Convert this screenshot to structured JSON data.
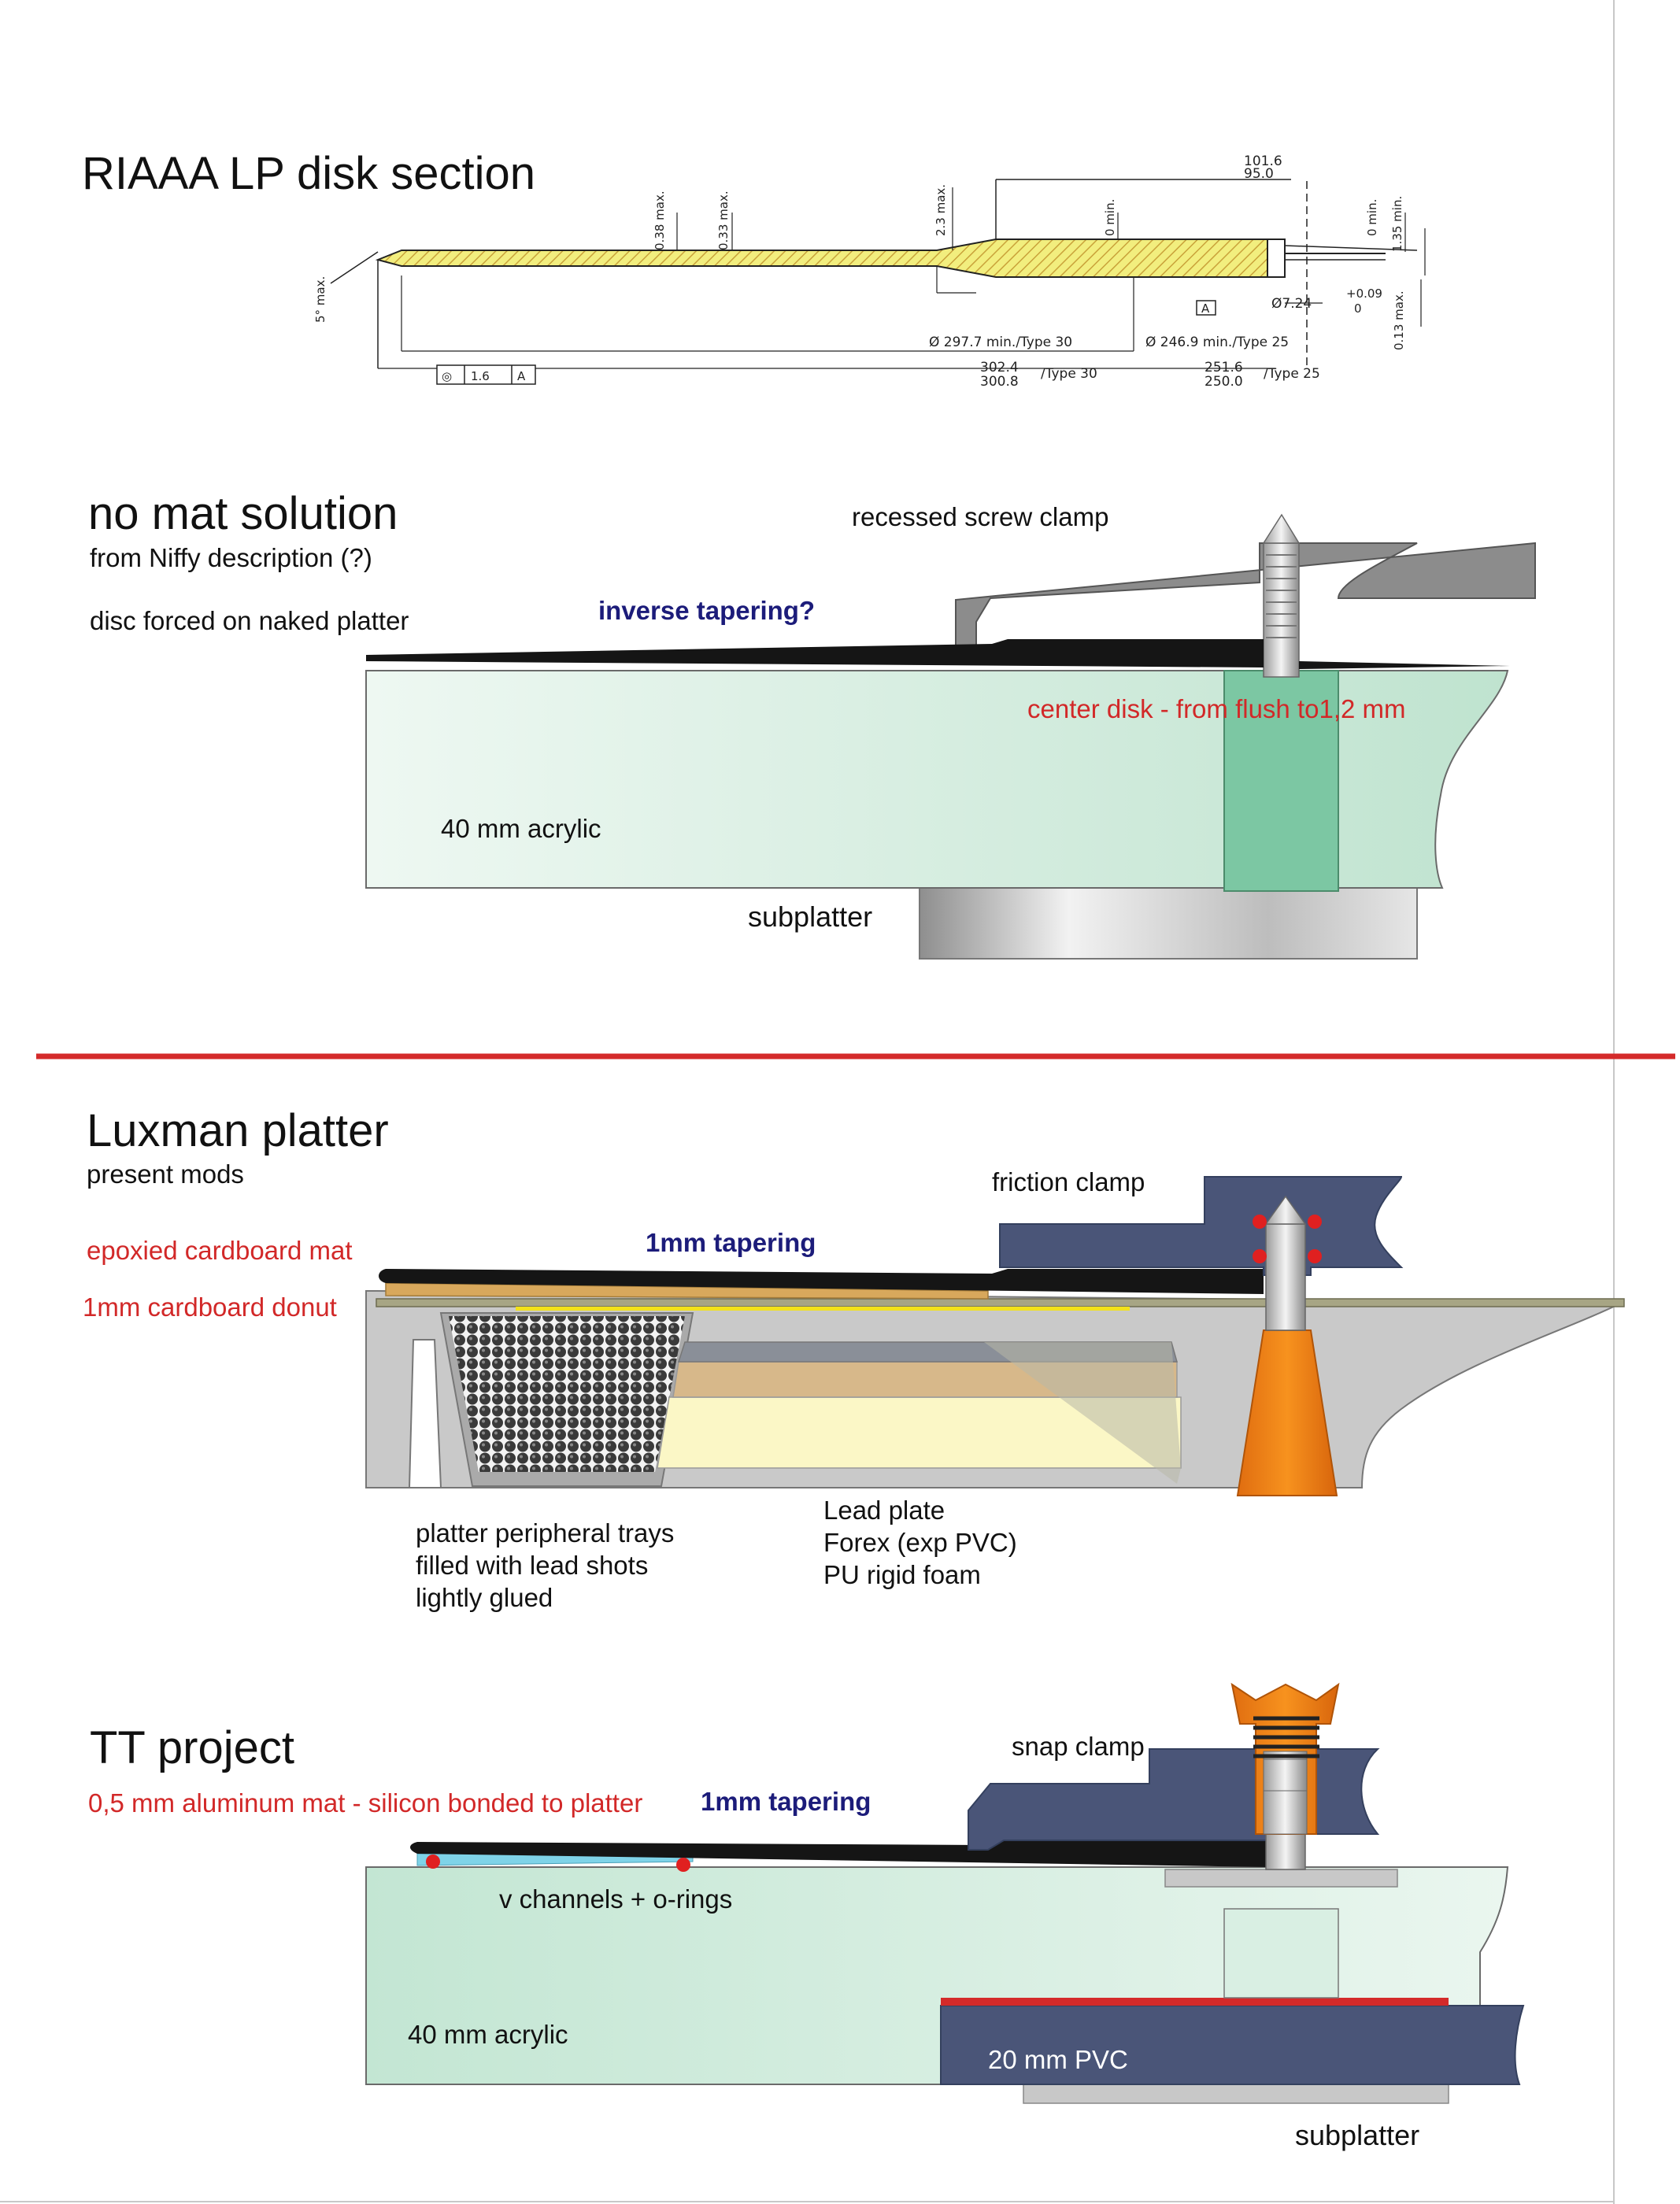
{
  "colors": {
    "acrylic": "#c5e6d4",
    "center_disk": "#7cc7a3",
    "clamp_blue": "#4a5578",
    "orange": "#f08018",
    "lead_shot": "#3a3a3a",
    "vinyl": "#151515",
    "divider": "#d42a2a",
    "red_label": "#d22828",
    "blue_label": "#1c1c7a",
    "disk_yellow": "#f2ee7e"
  },
  "riaa": {
    "title": "RIAAA  LP disk section",
    "dims": {
      "d101": "101.6",
      "d95": "95.0",
      "t038a": "0.38 max.",
      "t033": "0.33 max.",
      "t23": "2.3 max.",
      "t0min_a": "0 min.",
      "t0min_b": "0 min.",
      "t135": "1.35 min.",
      "t013": "0.13 max.",
      "angle": "5° max.",
      "hole": "Ø7.24",
      "hole_tol_a": "+0.09",
      "hole_tol_b": "0",
      "datum": "A",
      "d297": "Ø 297.7 min./Type 30",
      "d246": "Ø 246.9 min./Type 25",
      "d302": "302.4",
      "d300": "300.8",
      "type30": "/Type 30",
      "d251": "251.6",
      "d250": "250.0",
      "type25": "/Type 25",
      "tol_box_a": "◎",
      "tol_box_b": "1.6",
      "tol_box_c": "A"
    }
  },
  "nomat": {
    "title": "no mat solution",
    "subtitle": "from Niffy description (?)",
    "note": "disc forced on naked platter",
    "tapering": "inverse tapering?",
    "clamp": "recessed  screw clamp",
    "center_disk": "center disk -  from flush to1,2 mm",
    "acrylic": "40 mm acrylic",
    "subplatter": "subplatter"
  },
  "luxman": {
    "title": "Luxman  platter",
    "subtitle": "present mods",
    "mat": "epoxied cardboard mat",
    "donut": "1mm cardboard donut",
    "tapering": "1mm tapering",
    "clamp": "friction clamp",
    "trays": [
      "platter peripheral trays",
      "filled with lead shots",
      "lightly glued"
    ],
    "layers": [
      "Lead plate",
      "Forex (exp PVC)",
      "PU rigid foam"
    ]
  },
  "tt": {
    "title": "TT project",
    "mat": "0,5 mm aluminum mat - silicon bonded to platter",
    "tapering": "1mm tapering",
    "clamp": "snap clamp",
    "channels": "v channels + o-rings",
    "acrylic": "40 mm acrylic",
    "pvc": "20 mm PVC",
    "subplatter": "subplatter"
  }
}
